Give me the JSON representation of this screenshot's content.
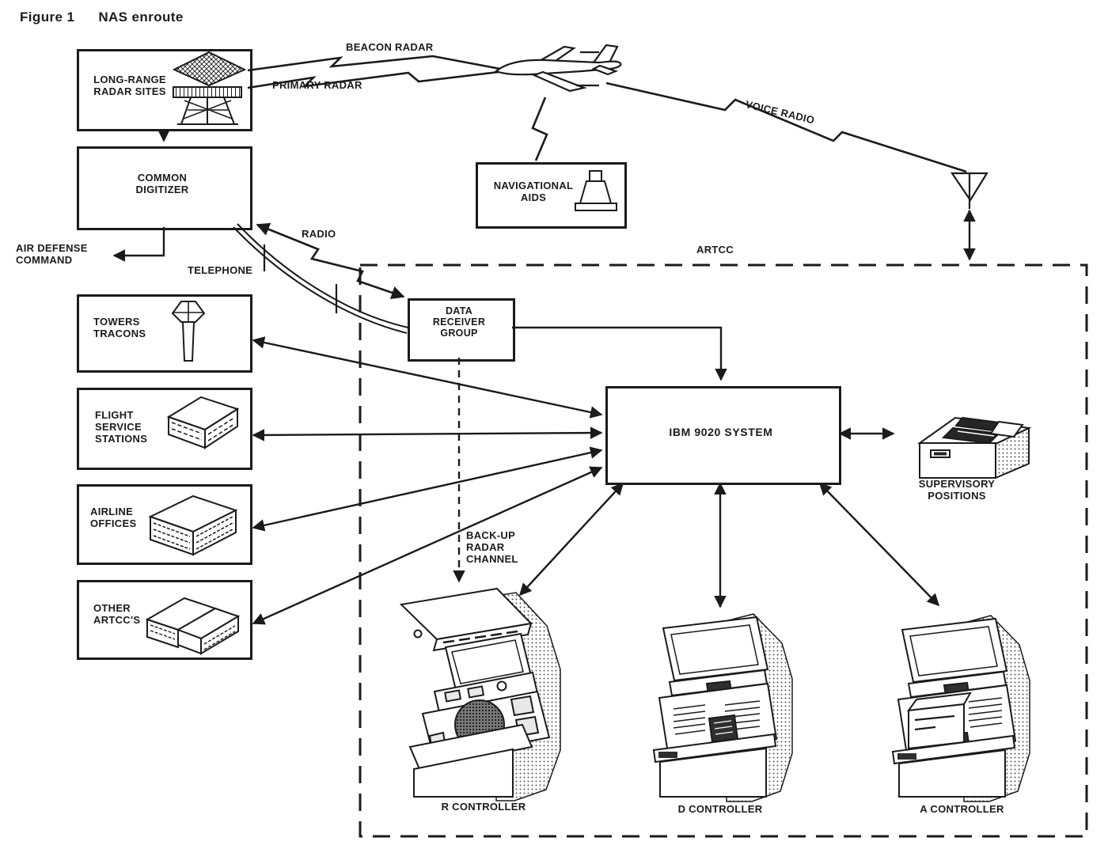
{
  "figure": {
    "label": "Figure 1",
    "title": "NAS enroute"
  },
  "nodes": {
    "long_range_radar_sites": "LONG-RANGE\nRADAR SITES",
    "common_digitizer": "COMMON\nDIGITIZER",
    "air_defense_command": "AIR DEFENSE\nCOMMAND",
    "navigational_aids": "NAVIGATIONAL\nAIDS",
    "data_receiver_group": "DATA\nRECEIVER\nGROUP",
    "ibm_9020_system": "IBM 9020 SYSTEM",
    "supervisory_positions": "SUPERVISORY\nPOSITIONS",
    "towers_tracons": "TOWERS\nTRACONS",
    "flight_service_stations": "FLIGHT\nSERVICE\nSTATIONS",
    "airline_offices": "AIRLINE\nOFFICES",
    "other_artccs": "OTHER\nARTCC'S",
    "r_controller": "R CONTROLLER",
    "d_controller": "D CONTROLLER",
    "a_controller": "A CONTROLLER"
  },
  "links": {
    "beacon_radar": "BEACON RADAR",
    "primary_radar": "PRIMARY RADAR",
    "voice_radio": "VOICE RADIO",
    "radio": "RADIO",
    "telephone": "TELEPHONE",
    "artcc": "ARTCC",
    "backup_radar_channel": "BACK-UP\nRADAR\nCHANNEL"
  },
  "icons": {
    "radar_tower": "radar-tower-icon",
    "airplane": "airplane-icon",
    "antenna": "antenna-icon",
    "vor_station": "vor-station-icon",
    "control_tower": "control-tower-icon",
    "flight_service_building": "flight-service-building-icon",
    "airline_office_building": "airline-office-building-icon",
    "artcc_buildings": "artcc-buildings-icon",
    "supervisory_console": "supervisory-console-icon",
    "r_console": "r-controller-console-icon",
    "d_console": "d-controller-console-icon",
    "a_console": "a-controller-console-icon"
  },
  "colors": {
    "ink": "#1b1b1b",
    "paper": "#ffffff"
  }
}
